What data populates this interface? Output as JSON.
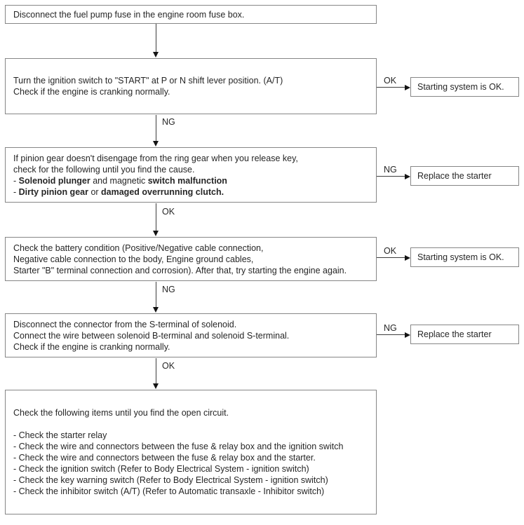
{
  "flowchart": {
    "labels": {
      "ok": "OK",
      "ng": "NG"
    },
    "steps": [
      {
        "lines": [
          "Disconnect the fuel pump fuse in the engine room fuse box."
        ]
      },
      {
        "lines": [
          "Turn the ignition switch to \"START\" at P or N shift lever position. (A/T)",
          "Check if the engine is cranking normally."
        ],
        "side": {
          "label": "OK",
          "outcome": "Starting system is OK."
        },
        "down_label": "NG"
      },
      {
        "lines": [
          "If pinion gear doesn't disengage from the ring gear when you release key,",
          "check for the following until you find the cause."
        ],
        "bold_lines": [
          {
            "segments": [
              "- ",
              "Solenoid plunger",
              " and magnetic ",
              "switch malfunction"
            ]
          },
          {
            "segments": [
              "- ",
              "Dirty pinion gear",
              " or ",
              "damaged overrunning clutch."
            ]
          }
        ],
        "side": {
          "label": "NG",
          "outcome": "Replace the starter"
        },
        "down_label": "OK"
      },
      {
        "lines": [
          "Check the battery condition (Positive/Negative cable connection,",
          "Negative cable connection to the body, Engine ground cables,",
          "Starter \"B\" terminal connection and corrosion). After that, try starting the engine again."
        ],
        "side": {
          "label": "OK",
          "outcome": "Starting system is OK."
        },
        "down_label": "NG"
      },
      {
        "lines": [
          "Disconnect the connector from the S-terminal of solenoid.",
          "Connect the wire between solenoid B-terminal and solenoid S-terminal.",
          "Check if the engine is cranking normally."
        ],
        "side": {
          "label": "NG",
          "outcome": "Replace the starter"
        },
        "down_label": "OK"
      },
      {
        "title": "Check the following items until you find the open circuit.",
        "items": [
          "- Check the starter relay",
          "- Check the wire and connectors between the fuse & relay box and the ignition switch",
          "- Check the wire and connectors between the fuse & relay box and the starter.",
          "- Check the ignition switch (Refer to Body Electrical System - ignition switch)",
          "- Check the key warning switch (Refer to Body Electrical System - ignition switch)",
          "- Check the inhibitor switch (A/T) (Refer to Automatic transaxle - Inhibitor switch)"
        ]
      }
    ]
  }
}
